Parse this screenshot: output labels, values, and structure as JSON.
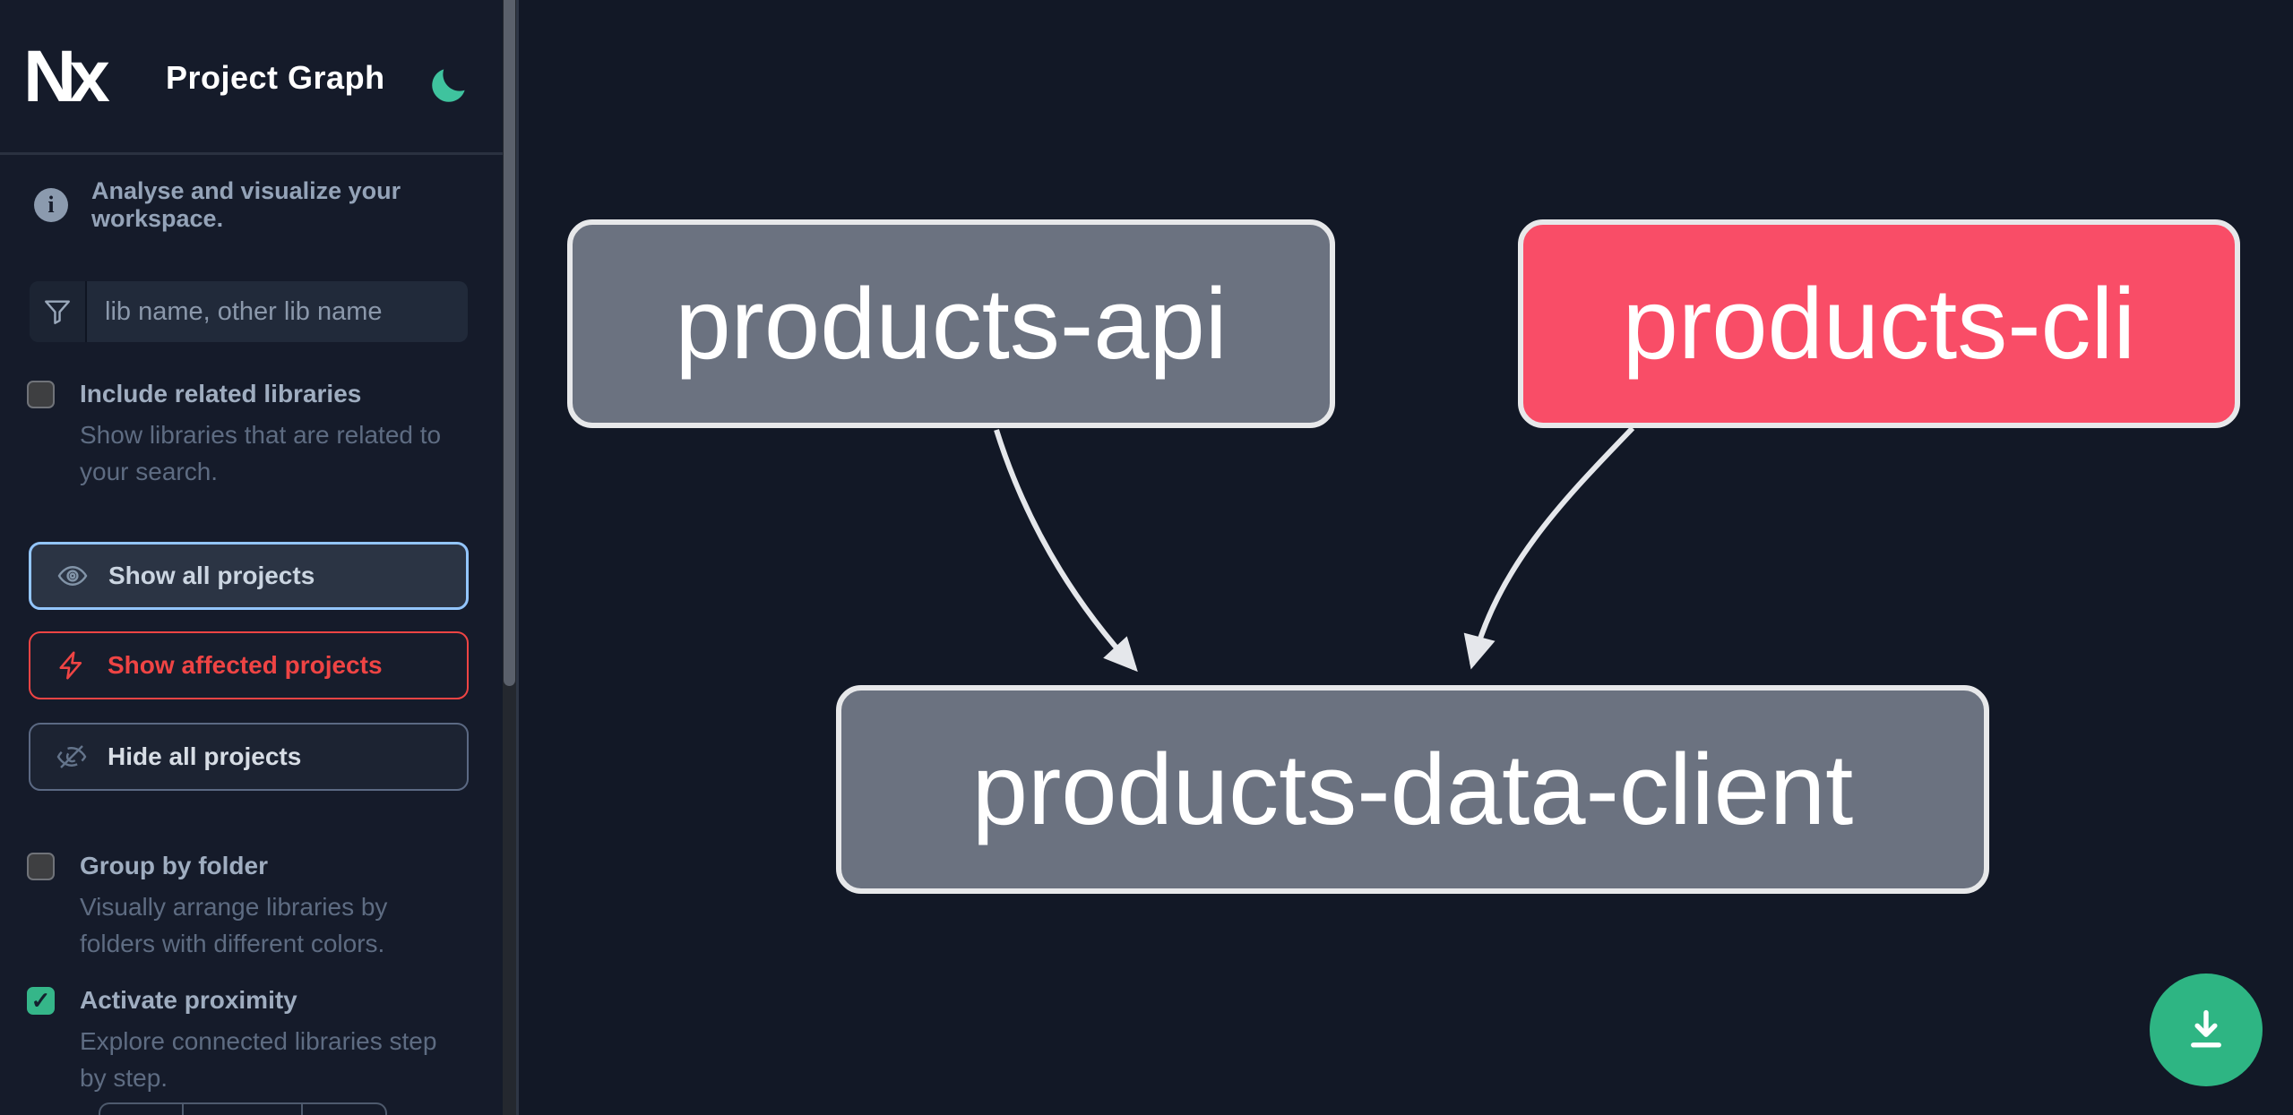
{
  "app": {
    "logo_text": "Nx",
    "title": "Project Graph",
    "theme_toggle_icon": "moon-icon",
    "accent_green": "#35b689"
  },
  "sidebar": {
    "tagline": "Analyse and visualize your workspace.",
    "search": {
      "icon": "funnel-icon",
      "placeholder": "lib name, other lib name",
      "value": ""
    },
    "checkbox_related": {
      "label": "Include related libraries",
      "description": "Show libraries that are related to your search.",
      "checked": false
    },
    "buttons": {
      "show_all": {
        "label": "Show all projects",
        "icon": "eye-icon",
        "state": "active"
      },
      "show_affected": {
        "label": "Show affected projects",
        "icon": "bolt-icon",
        "state": "affected",
        "color": "#ef4444"
      },
      "hide_all": {
        "label": "Hide all projects",
        "icon": "eye-slash-icon",
        "state": "default"
      }
    },
    "checkbox_group_by_folder": {
      "label": "Group by folder",
      "description": "Visually arrange libraries by folders with different colors.",
      "checked": false
    },
    "checkbox_proximity": {
      "label": "Activate proximity",
      "description": "Explore connected libraries step by step.",
      "checked": true,
      "checkmark": "✓"
    }
  },
  "graph": {
    "nodes": [
      {
        "id": "products-api",
        "label": "products-api",
        "color": "#6b7280"
      },
      {
        "id": "products-cli",
        "label": "products-cli",
        "color": "#f94d67"
      },
      {
        "id": "products-data-client",
        "label": "products-data-client",
        "color": "#6b7280"
      }
    ],
    "edges": [
      {
        "from": "products-api",
        "to": "products-data-client"
      },
      {
        "from": "products-cli",
        "to": "products-data-client"
      }
    ],
    "edge_color": "#e5e7eb"
  },
  "fab": {
    "icon": "download-icon",
    "color": "#2eb583"
  }
}
